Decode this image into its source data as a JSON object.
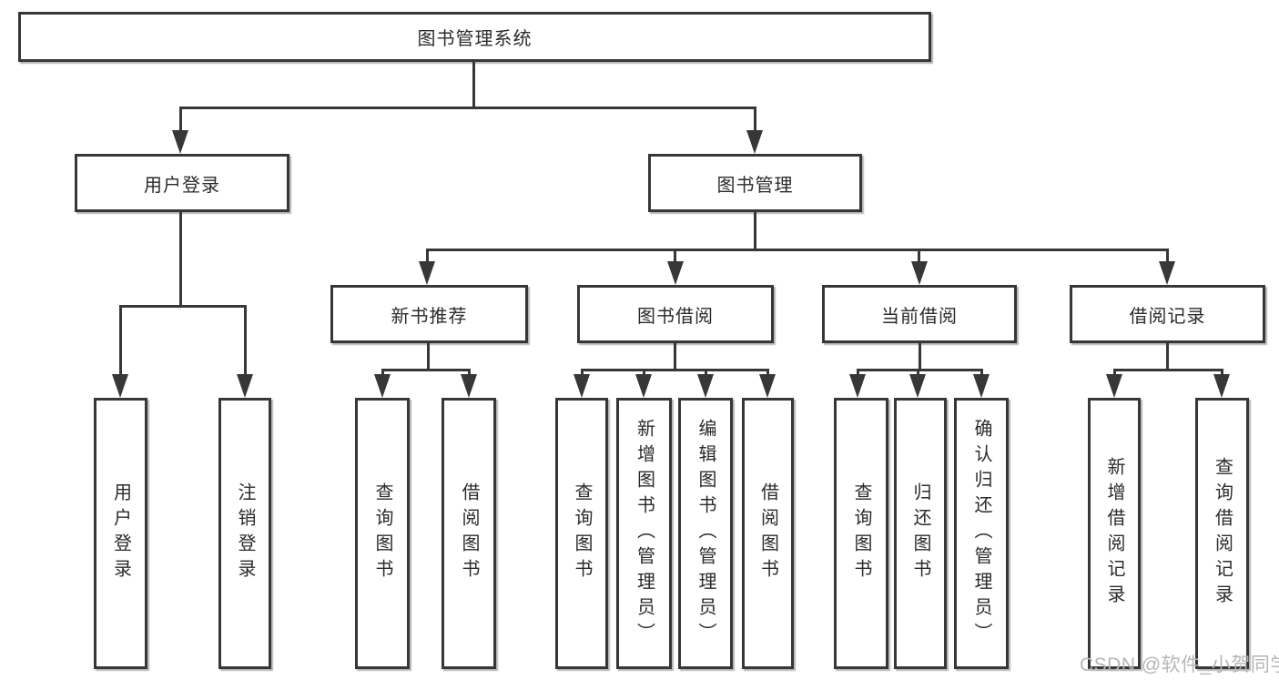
{
  "diagram": {
    "root": {
      "label": "图书管理系统",
      "children": [
        {
          "label": "用户登录",
          "children": [
            {
              "label": "用户登录"
            },
            {
              "label": "注销登录"
            }
          ]
        },
        {
          "label": "图书管理",
          "children": [
            {
              "label": "新书推荐",
              "children": [
                {
                  "label": "查询图书"
                },
                {
                  "label": "借阅图书"
                }
              ]
            },
            {
              "label": "图书借阅",
              "children": [
                {
                  "label": "查询图书"
                },
                {
                  "label": "新增图书（管理员）"
                },
                {
                  "label": "编辑图书（管理员）"
                },
                {
                  "label": "借阅图书"
                }
              ]
            },
            {
              "label": "当前借阅",
              "children": [
                {
                  "label": "查询图书"
                },
                {
                  "label": "归还图书"
                },
                {
                  "label": "确认归还（管理员）"
                }
              ]
            },
            {
              "label": "借阅记录",
              "children": [
                {
                  "label": "新增借阅记录"
                },
                {
                  "label": "查询借阅记录"
                }
              ]
            }
          ]
        }
      ]
    }
  },
  "watermark": {
    "text": "CSDN @软件_小贺同学"
  },
  "colors": {
    "line": "#373737",
    "text": "#2b2b2b",
    "watermark": "#b6b6b6",
    "background": "#ffffff"
  }
}
